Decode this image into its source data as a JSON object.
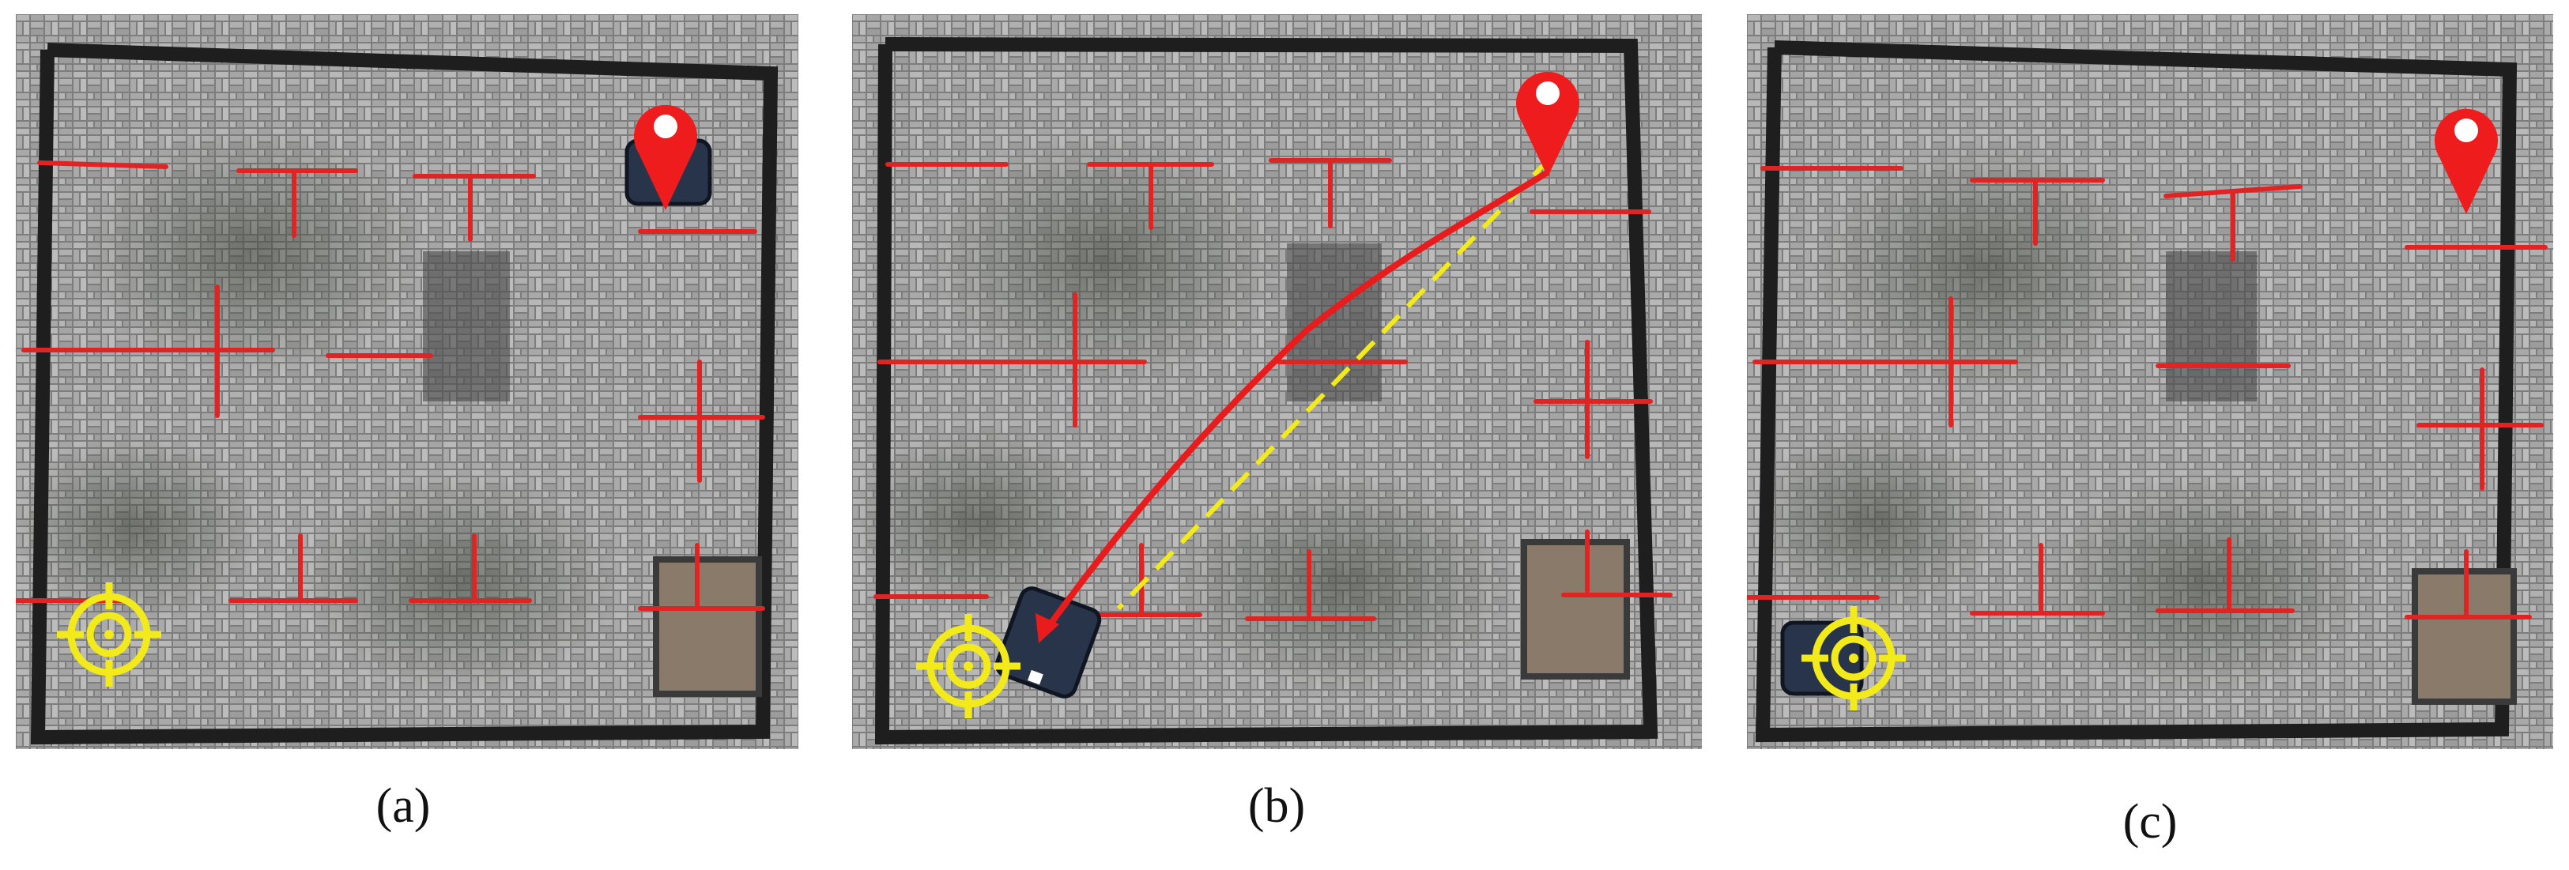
{
  "figure": {
    "panels": [
      {
        "caption": "(a)",
        "robot_at": "start",
        "path_shown": false
      },
      {
        "caption": "(b)",
        "robot_at": "goal",
        "path_shown": true
      },
      {
        "caption": "(c)",
        "robot_at": "goal",
        "path_shown": false
      }
    ]
  },
  "legend_markers": {
    "start_marker": "map-pin-icon",
    "goal_marker": "crosshair-target-icon",
    "planned_path": "dashed-line",
    "executed_path": "solid-arrow"
  },
  "colors": {
    "walls": "#e02424",
    "pin": "#ee1c1c",
    "target": "#f2ea1a",
    "planned_path": "#f2ea1a",
    "executed_path": "#e81c1c",
    "fence": "#1c1c1c",
    "pavement": "#8f8f8f"
  }
}
